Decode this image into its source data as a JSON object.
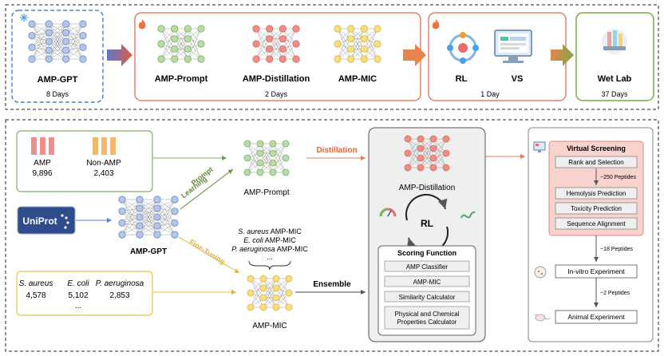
{
  "pipeline": {
    "amp_gpt": {
      "name": "AMP-GPT",
      "duration": "8 Days"
    },
    "group2": {
      "names": [
        "AMP-Prompt",
        "AMP-Distillation",
        "AMP-MIC"
      ],
      "duration": "2 Days"
    },
    "group3": {
      "names": [
        "RL",
        "VS"
      ],
      "duration": "1 Day"
    },
    "wet_lab": {
      "name": "Wet Lab",
      "duration": "37 Days"
    }
  },
  "datasets": {
    "amp": {
      "label": "AMP",
      "count": "9,896"
    },
    "non_amp": {
      "label": "Non-AMP",
      "count": "2,403"
    },
    "uniprot": "UniProt",
    "mic": {
      "species": [
        "S. aureus",
        "E. coli",
        "P. aeruginosa"
      ],
      "counts": [
        "4,578",
        "5,102",
        "2,853"
      ],
      "more": "..."
    }
  },
  "models": {
    "amp_gpt": "AMP-GPT",
    "amp_prompt": "AMP-Prompt",
    "amp_mic": "AMP-MIC",
    "amp_distillation": "AMP-Distillation"
  },
  "edges": {
    "prompt_learning": [
      "Prompt",
      "Learning"
    ],
    "fine_tuning": "Fine-Tuning",
    "distillation": "Distillation",
    "ensemble": "Ensemble"
  },
  "mic_targets": {
    "items": [
      {
        "species": "S. aureus",
        "suffix": " AMP-MIC"
      },
      {
        "species": "E. coli",
        "suffix": " AMP-MIC"
      },
      {
        "species": "P. aeruginosa",
        "suffix": " AMP-MIC"
      }
    ],
    "more": "..."
  },
  "rl_label": "RL",
  "scoring": {
    "title": "Scoring Function",
    "items": [
      "AMP Classifier",
      "AMP-MIC",
      "Similarity Calculator"
    ],
    "last": [
      "Physical and Chemical",
      "Properties Calculator"
    ]
  },
  "screening": {
    "title": "Virtual Screening",
    "steps": [
      "Rank and Selection",
      "Hemolysis Prediction",
      "Toxicity Prediction",
      "Sequence Alignment"
    ],
    "note_250": "~250 Peptides",
    "note_18": "~18 Peptides",
    "invitro": "In-vitro Experiment",
    "note_2": "~2 Peptides",
    "animal": "Animal Experiment"
  },
  "colors": {
    "blue_fill": "#b4c5ea",
    "blue_stroke": "#6f86c4",
    "green_fill": "#b9dba5",
    "green_stroke": "#7fb166",
    "red_fill": "#ef8e85",
    "red_stroke": "#d66a5f",
    "yellow_fill": "#f7df7e",
    "yellow_stroke": "#d9b845",
    "orange": "#e8885a",
    "dark_green": "#5e8a3a",
    "fine_yellow": "#e0b63a"
  }
}
